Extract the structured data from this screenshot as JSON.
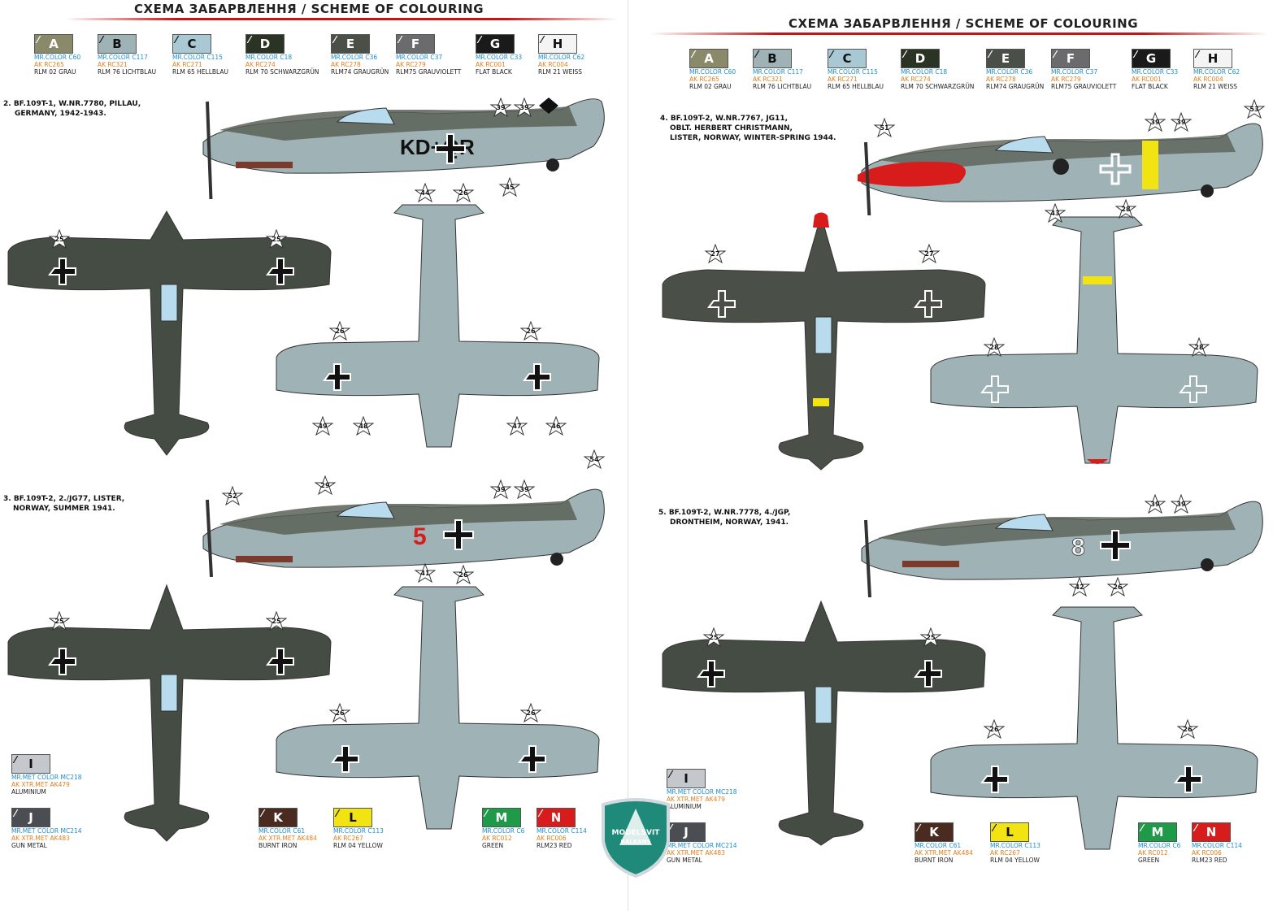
{
  "header": {
    "title": "СХЕМА ЗАБАРВЛЕННЯ / SCHEME OF COLOURING"
  },
  "palette": [
    {
      "letter": "A",
      "mr": "MR.COLOR C60",
      "ak": "AK RC265",
      "name": "RLM 02 GRAU",
      "color": "#8a8a6a"
    },
    {
      "letter": "B",
      "mr": "MR.COLOR C117",
      "ak": "AK RC321",
      "name": "RLM 76 LICHTBLAU",
      "color": "#9fb2b5"
    },
    {
      "letter": "C",
      "mr": "MR.COLOR C115",
      "ak": "AK RC271",
      "name": "RLM 65 HELLBLAU",
      "color": "#a8c8d4"
    },
    {
      "letter": "D",
      "mr": "MR.COLOR C18",
      "ak": "AK RC274",
      "name": "RLM 70 SCHWARZGRÜN",
      "color": "#2b3325"
    },
    {
      "letter": "E",
      "mr": "MR.COLOR C36",
      "ak": "AK RC278",
      "name": "RLM74 GRAUGRÜN",
      "color": "#4a5048"
    },
    {
      "letter": "F",
      "mr": "MR.COLOR C37",
      "ak": "AK RC279",
      "name": "RLM75 GRAUVIOLETT",
      "color": "#6b6b6e"
    },
    {
      "letter": "G",
      "mr": "MR.COLOR C33",
      "ak": "AK RC001",
      "name": "FLAT BLACK",
      "color": "#1a1a1a"
    },
    {
      "letter": "H",
      "mr": "MR.COLOR C62",
      "ak": "AK RC004",
      "name": "RLM 21 WEISS",
      "color": "#f4f4f4"
    }
  ],
  "metal_palette": [
    {
      "letter": "I",
      "mr": "MR.MET COLOR MC218",
      "ak": "AK XTR.MET AK479",
      "name": "ALUMINIUM",
      "color": "#c4c8cc"
    },
    {
      "letter": "J",
      "mr": "MR.MET COLOR MC214",
      "ak": "AK XTR.MET AK483",
      "name": "GUN METAL",
      "color": "#4a4e52"
    }
  ],
  "extra_palette": [
    {
      "letter": "K",
      "mr": "MR.COLOR C61",
      "ak": "AK XTR.MET AK484",
      "name": "BURNT IRON",
      "color": "#4b2a20"
    },
    {
      "letter": "L",
      "mr": "MR.COLOR C113",
      "ak": "AK RC267",
      "name": "RLM 04 YELLOW",
      "color": "#f2e313"
    },
    {
      "letter": "M",
      "mr": "MR.COLOR C6",
      "ak": "AK RC012",
      "name": "GREEN",
      "color": "#1f9a48"
    },
    {
      "letter": "N",
      "mr": "MR.COLOR C114",
      "ak": "AK RC006",
      "name": "RLM23 RED",
      "color": "#d81c1c"
    }
  ],
  "schemes": {
    "s2": {
      "line1": "2. BF.109T-1, W.NR.7780, PILLAU,",
      "line2": "GERMANY, 1942-1943.",
      "code": "KD+QR",
      "under": "KD+QR"
    },
    "s3": {
      "line1": "3. BF.109T-2, 2./JG77, LISTER,",
      "line2": "NORWAY, SUMMER 1941.",
      "code": "5"
    },
    "s4": {
      "line1": "4. BF.109T-2, W.NR.7767, JG11,",
      "line2": "OBLT. HERBERT CHRISTMANN,",
      "line3": "LISTER, NORWAY, WINTER-SPRING 1944."
    },
    "s5": {
      "line1": "5. BF.109T-2, W.NR.7778, 4./JGP,",
      "line2": "DRONTHEIM, NORWAY, 1941.",
      "code": "8"
    }
  },
  "stars": {
    "s2": [
      "39",
      "39",
      "44",
      "26",
      "45",
      "25",
      "25",
      "26",
      "26",
      "49",
      "48",
      "47",
      "46"
    ],
    "s3": [
      "52",
      "29",
      "39",
      "39",
      "54",
      "41",
      "26",
      "25",
      "25",
      "26",
      "26"
    ],
    "s4": [
      "51",
      "39",
      "39",
      "53",
      "43",
      "28",
      "27",
      "27",
      "28",
      "28"
    ],
    "s5": [
      "39",
      "39",
      "42",
      "26",
      "25",
      "25",
      "26",
      "26"
    ]
  },
  "logo": {
    "name": "MODELSVIT",
    "sub": "BALKANS"
  },
  "colors": {
    "accent_red": "#c81414",
    "rlm76": "#9fb2b5",
    "rlm74": "#4a5048",
    "rlm75": "#6b6b6e",
    "rlm70": "#2b3325"
  }
}
